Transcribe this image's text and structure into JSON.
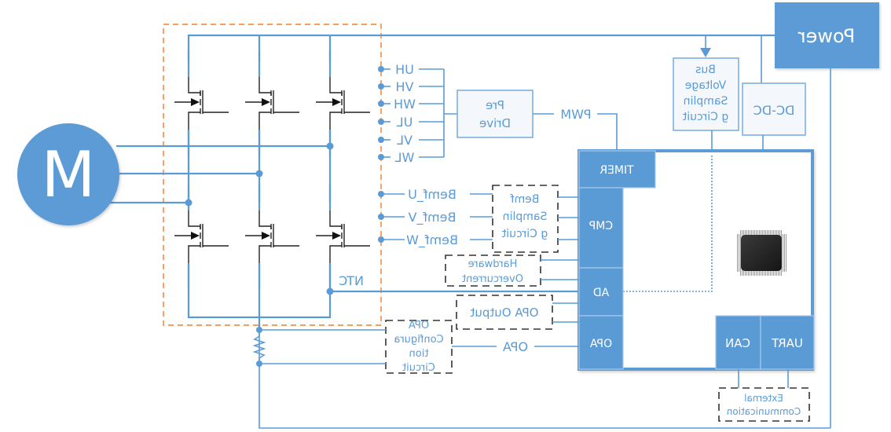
{
  "diagram": {
    "orientation": "mirrored-horizontally",
    "colors": {
      "wire": "#5b9bd5",
      "block": "#5b9bd5",
      "power_stage_border": "#ed7d31",
      "dashed_border": "#333333",
      "chip": "#2b2b2b"
    },
    "motor": {
      "label": "M"
    },
    "power": {
      "label": "Power"
    },
    "dcdc": {
      "label": "DC-DC"
    },
    "bus_voltage": {
      "lines": [
        "Bus",
        "Voltage",
        "Samplin",
        "g Circuit"
      ]
    },
    "pre_drive": {
      "lines": [
        "Pre",
        "Drive"
      ]
    },
    "pwm": {
      "label": "PWM"
    },
    "gate_signals": [
      "UH",
      "VH",
      "WH",
      "UL",
      "VL",
      "WL"
    ],
    "bemf_signals": [
      "Bemf_U",
      "Bemf_V",
      "Bemf_W"
    ],
    "bemf_sampling": {
      "lines": [
        "Bemf",
        "Samplin",
        "g Circuit"
      ]
    },
    "hardware_overcurrent": {
      "lines": [
        "Hardware",
        "Overcurrent"
      ]
    },
    "ntc": {
      "label": "NTC"
    },
    "opa_output": {
      "label": "OPA Output"
    },
    "opa_signal": {
      "label": "OPA"
    },
    "opa_config": {
      "lines": [
        "OPA",
        "Configura",
        "tion",
        "Circuit"
      ]
    },
    "mcu": {
      "peripherals": {
        "timer": "TIMER",
        "cmp": "CMP",
        "ad": "AD",
        "opa": "OPA",
        "can": "CAN",
        "uart": "UART"
      },
      "chip_icon": "microcontroller-chip"
    },
    "external_comm": {
      "lines": [
        "External",
        "Communication"
      ]
    }
  }
}
